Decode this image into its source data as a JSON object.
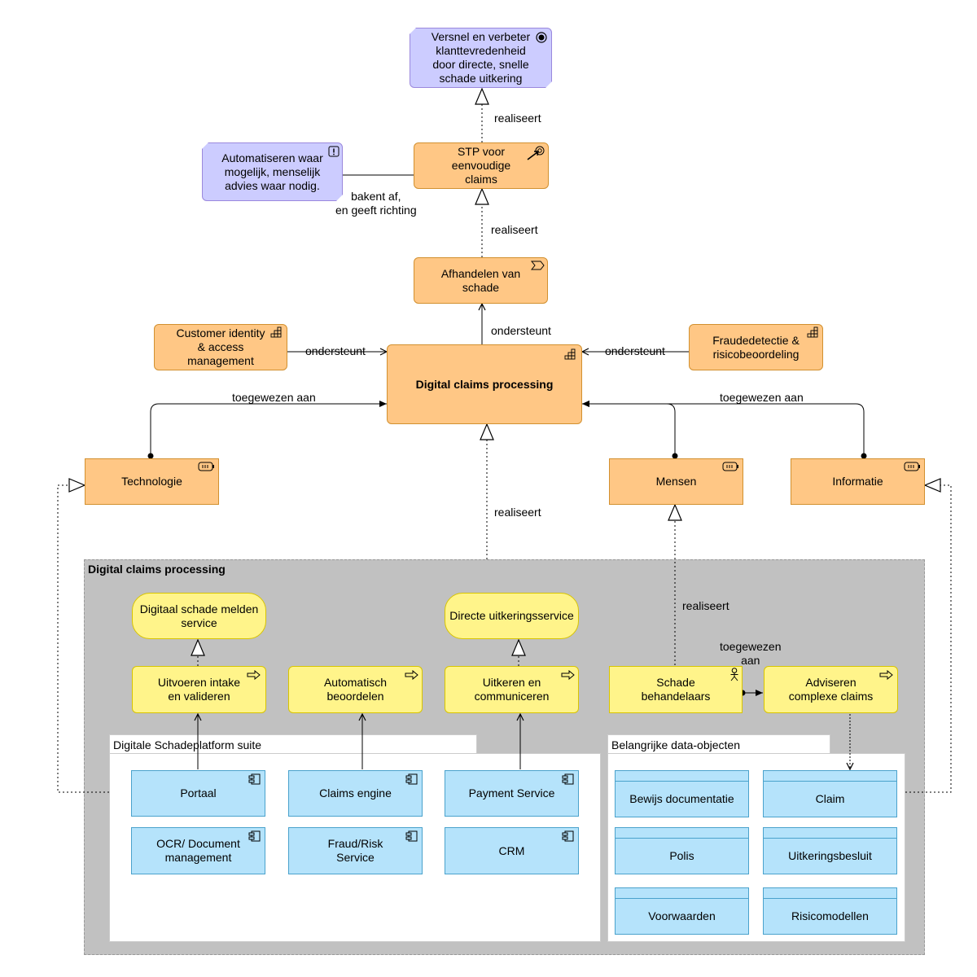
{
  "goal": "Versnel en verbeter\nklanttevredenheid\ndoor directe, snelle\nschade uitkering",
  "principle": "Automatiseren waar\nmogelijk, menselijk\nadvies waar nodig.",
  "outcome": "STP voor\neenvoudige\nclaims",
  "value_stream": "Afhandelen van\nschade",
  "capabilities": {
    "main": "Digital claims processing",
    "ciam": "Customer identity\n& access\nmanagement",
    "fraud": "Fraudedetectie &\nrisicobeoordeling"
  },
  "resources": {
    "technologie": "Technologie",
    "mensen": "Mensen",
    "informatie": "Informatie"
  },
  "relations": {
    "realiseert_goal": "realiseert",
    "realiseert_outcome": "realiseert",
    "realiseert_capability": "realiseert",
    "realiseert_mensen": "realiseert",
    "bakent": "bakent af,\nen geeft richting",
    "ondersteunt_vs": "ondersteunt",
    "ondersteunt_ciam": "ondersteunt",
    "ondersteunt_fraud": "ondersteunt",
    "toegewezen_left": "toegewezen aan",
    "toegewezen_right": "toegewezen aan",
    "toegewezen_role": "toegewezen\naan"
  },
  "group": {
    "title": "Digital claims processing",
    "services": {
      "melden": "Digitaal schade melden\nservice",
      "uitkering": "Directe uitkeringsservice"
    },
    "processes": {
      "intake": "Uitvoeren intake\nen valideren",
      "beoordelen": "Automatisch\nbeoordelen",
      "uitkeren": "Uitkeren en\ncommuniceren",
      "adviseren": "Adviseren\ncomplexe claims"
    },
    "role": "Schade\nbehandelaars",
    "suite": {
      "title": "Digitale Schadeplatform suite",
      "components": {
        "portaal": "Portaal",
        "claims_engine": "Claims engine",
        "payment": "Payment Service",
        "ocr": "OCR/ Document\nmanagement",
        "fraud_risk": "Fraud/Risk\nService",
        "crm": "CRM"
      }
    },
    "data": {
      "title": "Belangrijke data-objecten",
      "objects": {
        "bewijs": "Bewijs documentatie",
        "claim": "Claim",
        "polis": "Polis",
        "uitkeringsbesluit": "Uitkeringsbesluit",
        "voorwaarden": "Voorwaarden",
        "risicomodellen": "Risicomodellen"
      }
    }
  }
}
